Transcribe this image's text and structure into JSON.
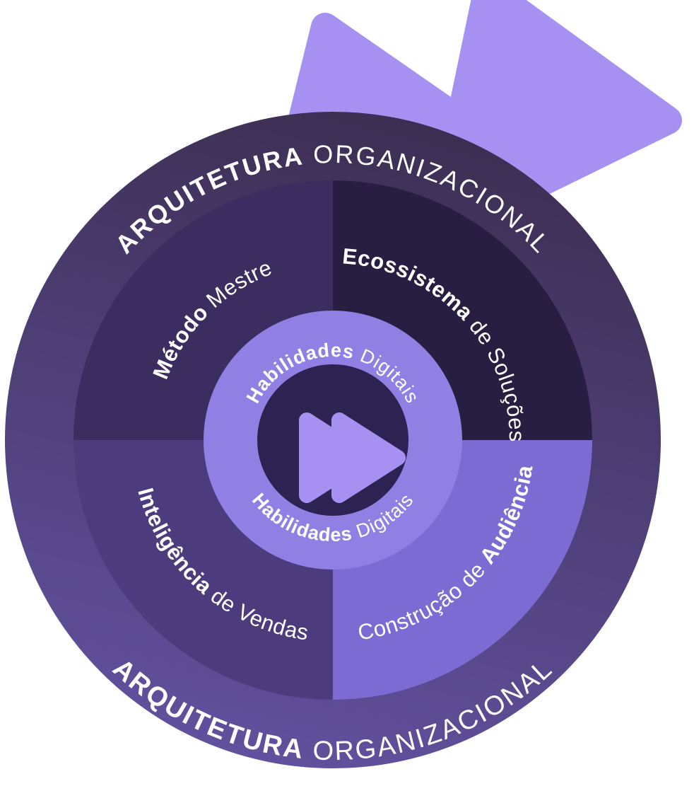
{
  "diagram_title": "Framework wheel",
  "colors": {
    "background": "#ffffff",
    "logo": "#a690f2",
    "outer_ring_gradient_top": "#3c2e52",
    "outer_ring_gradient_bottom": "#62519f",
    "quadrant_top_left": "#3b2d60",
    "quadrant_top_right": "#281e41",
    "quadrant_bottom_left": "#4c3c7d",
    "quadrant_bottom_right": "#7b6bd3",
    "inner_ring": "#9080e4",
    "center_circle": "#2d2352",
    "text": "#ffffff"
  },
  "outer_ring": {
    "label_bold": "ARQUITETURA",
    "label_regular": " ORGANIZACIONAL"
  },
  "quadrants": {
    "top_left": {
      "bold": "Método",
      "regular": " Mestre"
    },
    "top_right": {
      "bold": "Ecossistema",
      "regular": " de Soluções"
    },
    "bottom_left": {
      "bold": "Inteligência",
      "regular": " de Vendas"
    },
    "bottom_right": {
      "regular": "Construção de ",
      "bold": "Audiência"
    }
  },
  "inner_ring": {
    "bold": "Habilidades",
    "regular": " Digitais"
  },
  "icons": {
    "center": "fast-forward-icon",
    "background_logo": "fast-forward-logo"
  }
}
